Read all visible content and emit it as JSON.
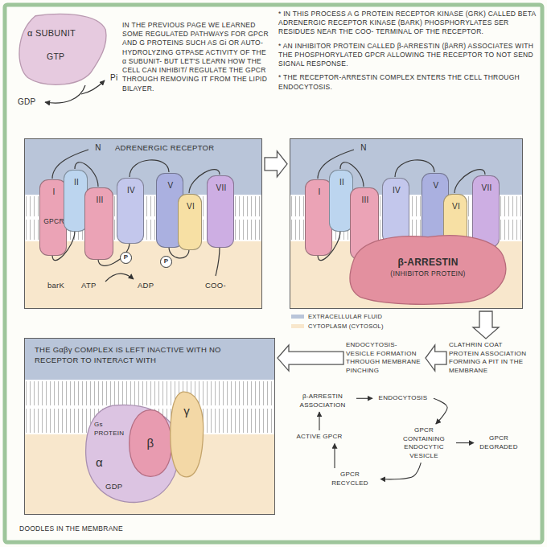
{
  "diagram": {
    "nodes": [
      {
        "text": [
          "α SUBUNIT",
          "GTP"
        ]
      },
      {
        "text": [
          "N",
          "ADRENERGIC RECEPTOR",
          "barK",
          "ATP",
          "ADP",
          "COO-"
        ]
      },
      {
        "text": [
          "I",
          "GPCR"
        ],
        "in": 1
      },
      {
        "text": [
          "II"
        ],
        "in": 1
      },
      {
        "text": [
          "III"
        ],
        "in": 1
      },
      {
        "text": [
          "IV"
        ],
        "in": 1
      },
      {
        "text": [
          "V"
        ],
        "in": 1
      },
      {
        "text": [
          "VI"
        ],
        "in": 1
      },
      {
        "text": [
          "VII"
        ],
        "in": 1
      },
      {
        "text": [
          "P"
        ],
        "in": 1
      },
      {
        "text": [
          "P"
        ],
        "in": 1
      },
      {
        "text": [
          "N"
        ]
      },
      {
        "text": [
          "I"
        ],
        "in": 11
      },
      {
        "text": [
          "II"
        ],
        "in": 11
      },
      {
        "text": [
          "III"
        ],
        "in": 11
      },
      {
        "text": [
          "IV"
        ],
        "in": 11
      },
      {
        "text": [
          "V"
        ],
        "in": 11
      },
      {
        "text": [
          "VI"
        ],
        "in": 11
      },
      {
        "text": [
          "VII"
        ],
        "in": 11
      },
      {
        "text": [
          "β-ARRESTIN",
          "(INHIBITOR PROTEIN)"
        ],
        "in": 11
      },
      {
        "text": [
          "THE Gαβγ COMPLEX IS LEFT INACTIVE WITH NO RECEPTOR TO INTERACT WITH"
        ]
      },
      {
        "text": [
          "Gs PROTEIN",
          "α",
          "GDP"
        ],
        "in": 20
      },
      {
        "text": [
          "β"
        ],
        "in": 20
      },
      {
        "text": [
          "γ"
        ],
        "in": 20
      },
      {
        "text": [
          "ENDOCYTOSIS- VESICLE FORMATION THROUGH MEMBRANE PINCHING"
        ]
      },
      {
        "text": [
          "CLATHRIN COAT PROTEIN ASSOCIATION FORMING A PIT IN THE MEMBRANE"
        ]
      },
      {
        "text": [
          "β-ARRESTIN ASSOCIATION"
        ]
      },
      {
        "text": [
          "ENDOCYTOSIS"
        ]
      },
      {
        "text": [
          "ACTIVE GPCR"
        ]
      },
      {
        "text": [
          "GPCR CONTAINING ENDOCYTIC VESICLE"
        ]
      },
      {
        "text": [
          "GPCR DEGRADED"
        ]
      },
      {
        "text": [
          "GPCR RECYCLED"
        ]
      }
    ],
    "edges": [
      {
        "from": 1,
        "to": 11,
        "arrow": "to"
      },
      {
        "from": 11,
        "to": 25,
        "arrow": "to"
      },
      {
        "from": 25,
        "to": 24,
        "arrow": "to"
      },
      {
        "from": 24,
        "to": 20,
        "arrow": "to"
      },
      {
        "from": 26,
        "to": 27,
        "arrow": "to"
      },
      {
        "from": 27,
        "to": 29,
        "arrow": "to"
      },
      {
        "from": 29,
        "to": 30,
        "arrow": "to"
      },
      {
        "from": 29,
        "to": 31,
        "arrow": "to"
      },
      {
        "from": 31,
        "to": 28,
        "arrow": "to"
      },
      {
        "from": 28,
        "to": 26,
        "arrow": "to"
      }
    ],
    "labels": [
      "Pi",
      "GDP",
      "IN THE PREVIOUS PAGE WE LEARNED SOME REGULATED PATHWAYS FOR GPCR AND G PROTEINS SUCH AS Gi OR AUTO-HYDROLYZING GTPASE ACTIVITY OF THE α SUBUNIT- BUT LET'S LEARN HOW THE CELL CAN INHIBIT/ REGULATE THE GPCR THROUGH REMOVING IT FROM THE LIPID BILAYER.",
      "* IN THIS PROCESS A G PROTEIN RECEPTOR KINASE (GRK) CALLED BETA ADRENERGIC RECEPTOR KINASE (BARK) PHOSPHORYLATES SER RESIDUES NEAR THE COO- TERMINAL OF THE RECEPTOR.",
      "* AN INHIBITOR PROTEIN CALLED β-ARRESTIN (βARR) ASSOCIATES WITH THE PHOSPHORYLATED GPCR ALLOWING THE RECEPTOR TO NOT SEND SIGNAL RESPONSE.",
      "* THE RECEPTOR-ARRESTIN COMPLEX ENTERS THE CELL THROUGH ENDOCYTOSIS.",
      "DOODLES IN THE MEMBRANE"
    ],
    "legend": [
      {
        "text": "EXTRACELLULAR FLUID",
        "color": "#b9c5d9"
      },
      {
        "text": "CYTOPLASM (CYTOSOL)",
        "color": "#f8e7cc"
      }
    ]
  }
}
